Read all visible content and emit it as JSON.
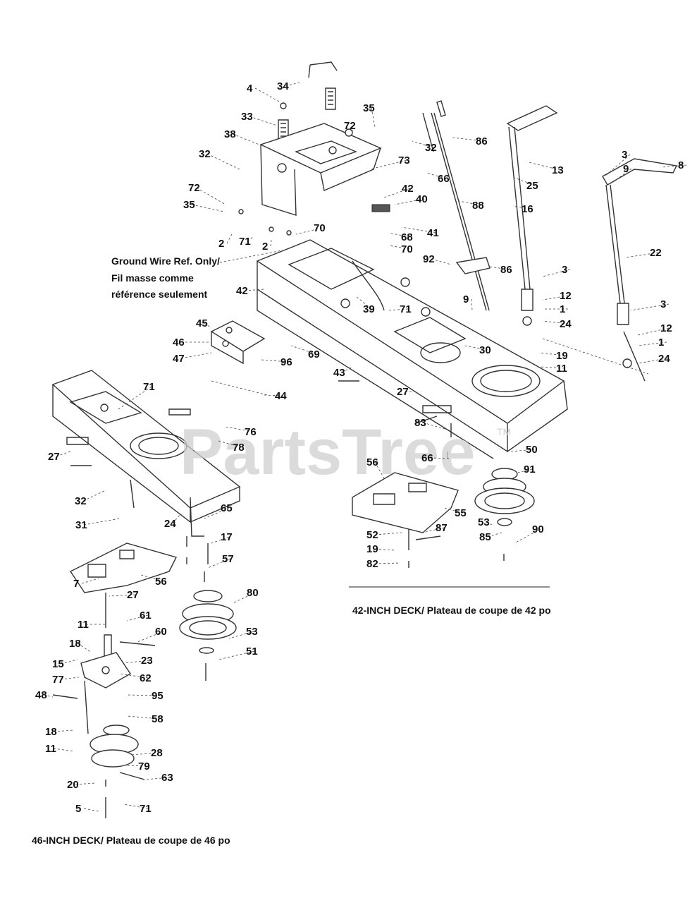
{
  "watermark": {
    "text": "PartsTree",
    "trademark": "TM"
  },
  "notes": {
    "ground_wire_line1": "Ground Wire Ref. Only/",
    "ground_wire_line2": "Fil masse comme",
    "ground_wire_line3": "référence seulement"
  },
  "captions": {
    "deck42": "42-INCH DECK/ Plateau de coupe de 42 po",
    "deck46": "46-INCH DECK/ Plateau de coupe de 46 po"
  },
  "callouts": [
    "34",
    "4",
    "35",
    "33",
    "72",
    "38",
    "32",
    "86",
    "32",
    "73",
    "13",
    "66",
    "25",
    "42",
    "40",
    "88",
    "16",
    "72",
    "35",
    "41",
    "2",
    "71",
    "2",
    "70",
    "68",
    "70",
    "92",
    "86",
    "42",
    "39",
    "3",
    "9",
    "12",
    "1",
    "24",
    "71",
    "30",
    "19",
    "11",
    "45",
    "46",
    "47",
    "96",
    "69",
    "43",
    "44",
    "27",
    "71",
    "76",
    "78",
    "27",
    "83",
    "66",
    "50",
    "91",
    "56",
    "55",
    "52",
    "53",
    "85",
    "90",
    "19",
    "82",
    "87",
    "32",
    "31",
    "24",
    "65",
    "17",
    "57",
    "7",
    "56",
    "27",
    "80",
    "11",
    "61",
    "60",
    "18",
    "23",
    "15",
    "62",
    "77",
    "95",
    "48",
    "58",
    "18",
    "11",
    "28",
    "79",
    "20",
    "63",
    "5",
    "71",
    "53",
    "51",
    "3",
    "9",
    "8",
    "22",
    "3",
    "12",
    "1",
    "24"
  ]
}
